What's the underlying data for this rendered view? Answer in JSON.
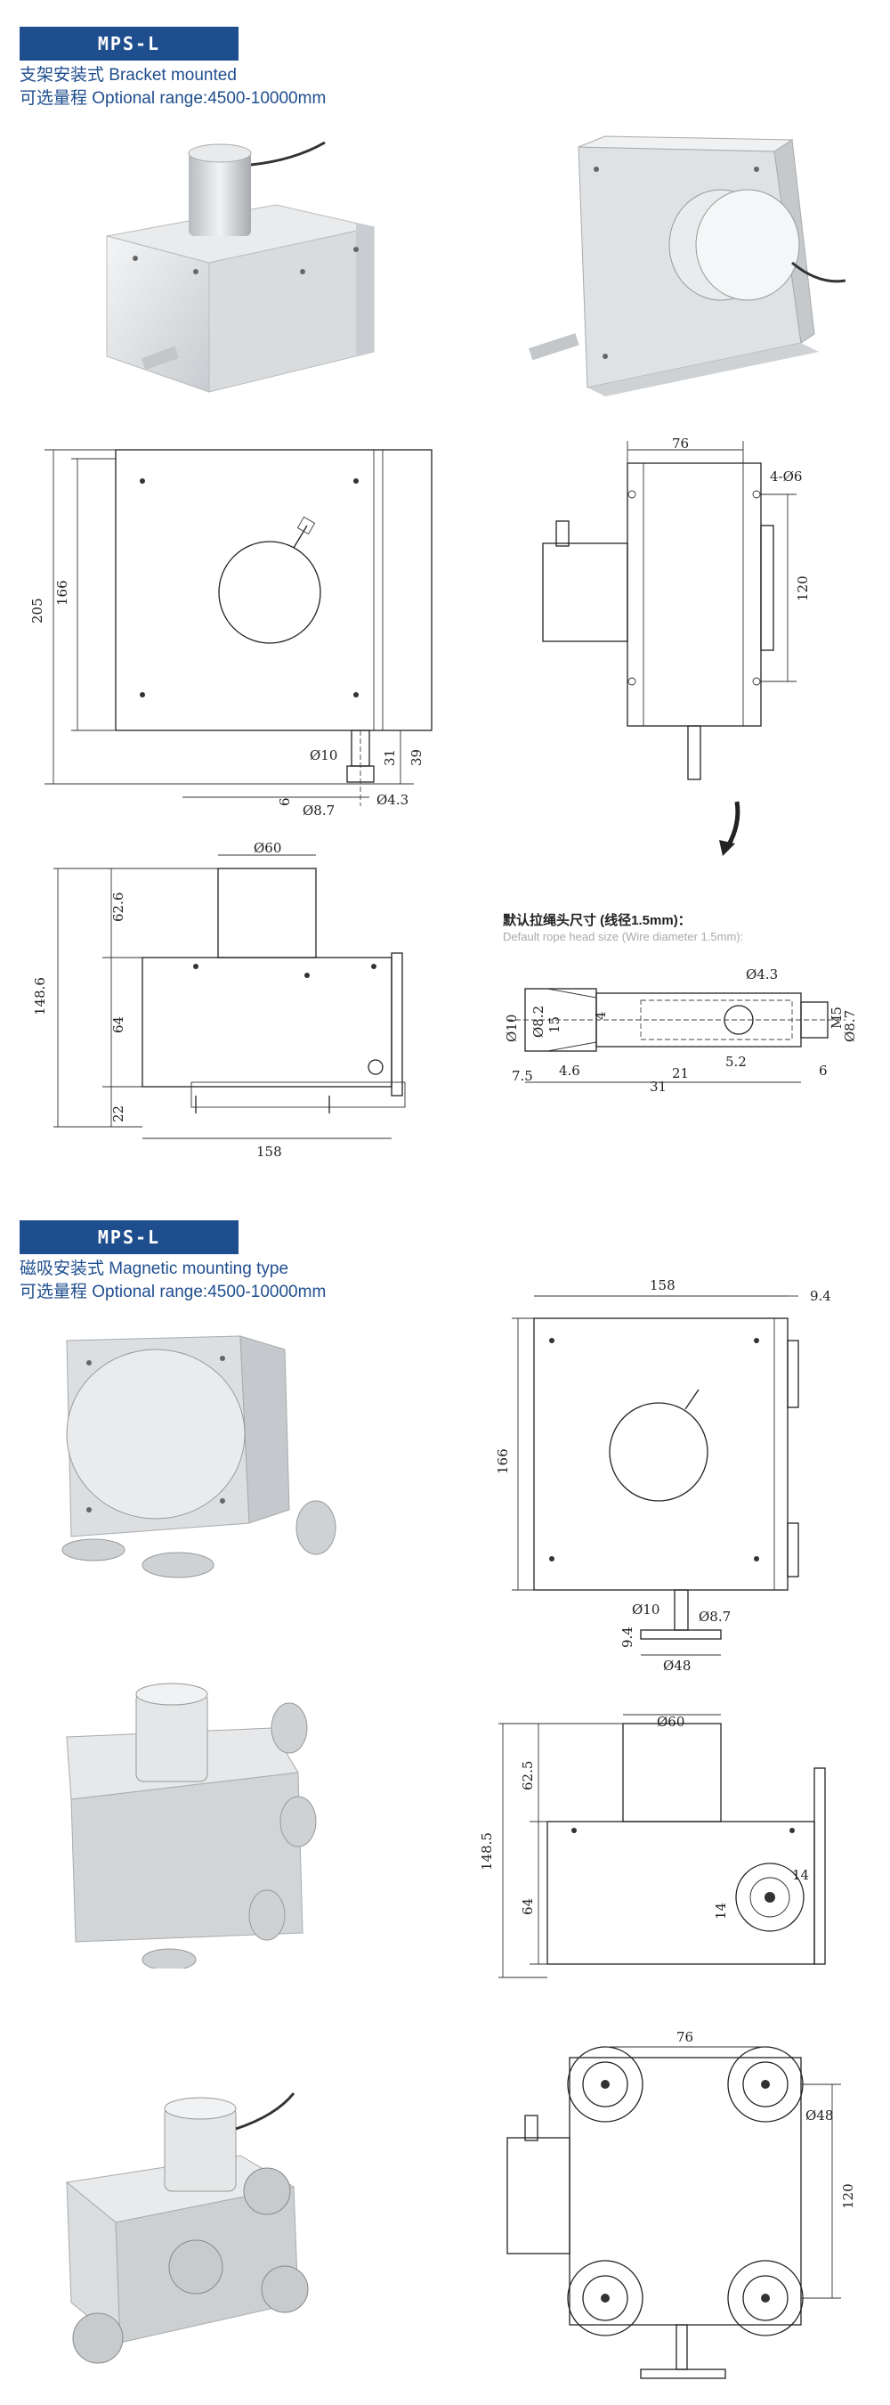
{
  "section1": {
    "badge": "MPS-L",
    "mount_line": "支架安装式 Bracket mounted",
    "range_line": "可选量程 Optional range:4500-10000mm"
  },
  "section2": {
    "badge": "MPS-L",
    "mount_line": "磁吸安装式 Magnetic mounting type",
    "range_line": "可选量程 Optional range:4500-10000mm"
  },
  "rope_head": {
    "title": "默认拉绳头尺寸 (线径1.5mm)：",
    "subtitle": "Default rope head size (Wire diameter 1.5mm):"
  },
  "dims": {
    "front1": {
      "h205": "205",
      "h166": "166",
      "d10": "Ø10",
      "d39": "39",
      "d31": "31",
      "d87": "Ø8.7",
      "d43": "Ø4.3",
      "d6": "6"
    },
    "side1": {
      "w76": "76",
      "hole": "4-Ø6",
      "h120": "120"
    },
    "top1": {
      "d60": "Ø60",
      "h626": "62.6",
      "h1486": "148.6",
      "h64": "64",
      "h22": "22",
      "w158": "158"
    },
    "rope": {
      "d43": "Ø4.3",
      "d10": "Ø10",
      "d82": "Ø8.2",
      "d87": "Ø8.7",
      "m5": "M5",
      "a15": "15",
      "a4": "4",
      "w75": "7.5",
      "w46": "4.6",
      "w21": "21",
      "w52": "5.2",
      "w31": "31",
      "w6": "6"
    },
    "front2": {
      "w158": "158",
      "w94": "9.4",
      "h166": "166",
      "d10": "Ø10",
      "d87": "Ø8.7",
      "h94": "9.4",
      "d48": "Ø48"
    },
    "top2": {
      "d60": "Ø60",
      "h625": "62.5",
      "h1485": "148.5",
      "h64": "64",
      "h14a": "14",
      "h14b": "14"
    },
    "side2": {
      "w76": "76",
      "d48": "Ø48",
      "h120": "120"
    }
  }
}
